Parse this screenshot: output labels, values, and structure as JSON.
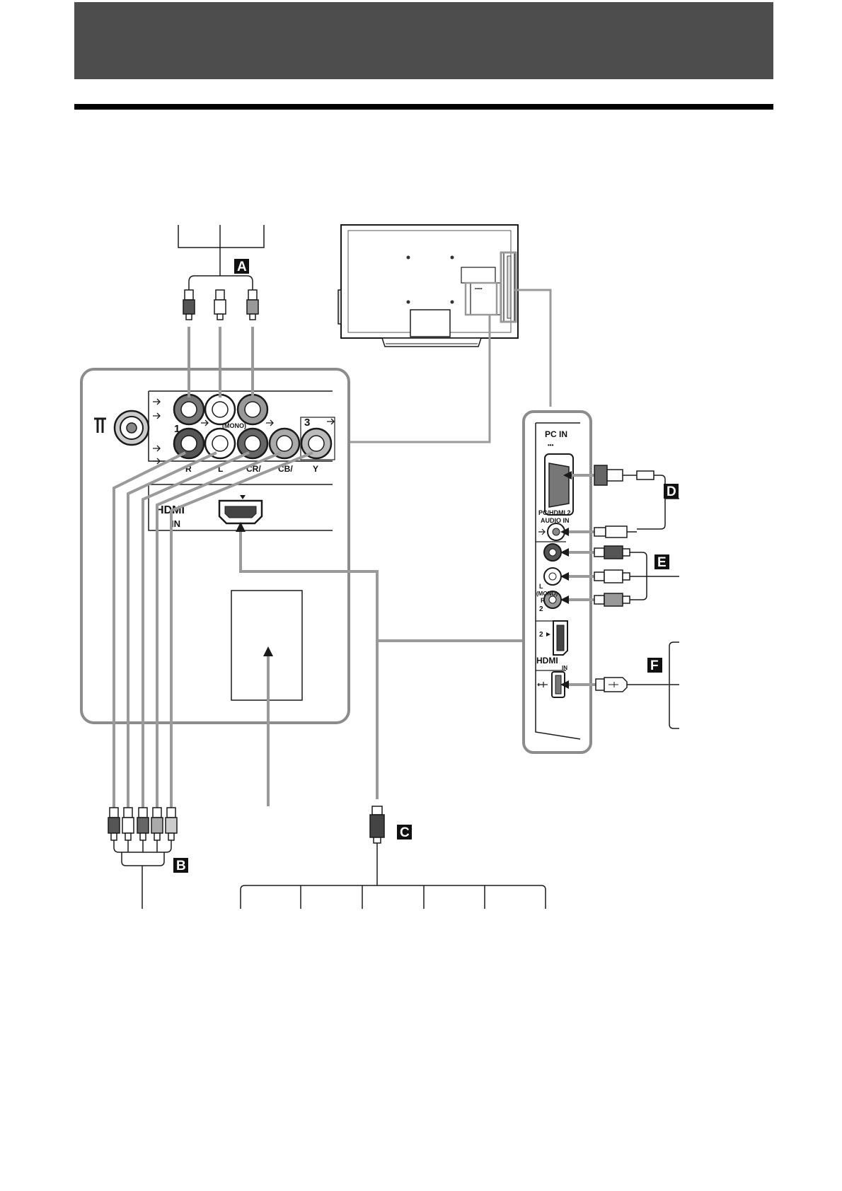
{
  "callouts": {
    "a": "A",
    "b": "B",
    "c": "C",
    "d": "D",
    "e": "E",
    "f": "F"
  },
  "rear_panel": {
    "jack_group_1": "1",
    "jack_group_3": "3",
    "mono": "(MONO)",
    "label_r": "R",
    "label_l": "L",
    "label_cr": "CR/",
    "label_cb": "CB/",
    "label_y": "Y",
    "hdmi_in": "IN",
    "hdmi_logo": "HDMI"
  },
  "side_panel": {
    "pc_in": "PC IN",
    "pc_hdmi2_audio": "PC/HDMI 2",
    "audio_in": "AUDIO IN",
    "label_l": "L",
    "mono": "(MONO)",
    "label_r": "R",
    "jack_group_2": "2",
    "hdmi_port_2": "2",
    "hdmi_logo": "HDMI",
    "hdmi_in": "IN"
  },
  "colors": {
    "header_band": "#4d4d4d",
    "cable_gray": "#9a9a9a",
    "line": "#1a1a1a",
    "panel_outline": "#8c8c8c"
  }
}
